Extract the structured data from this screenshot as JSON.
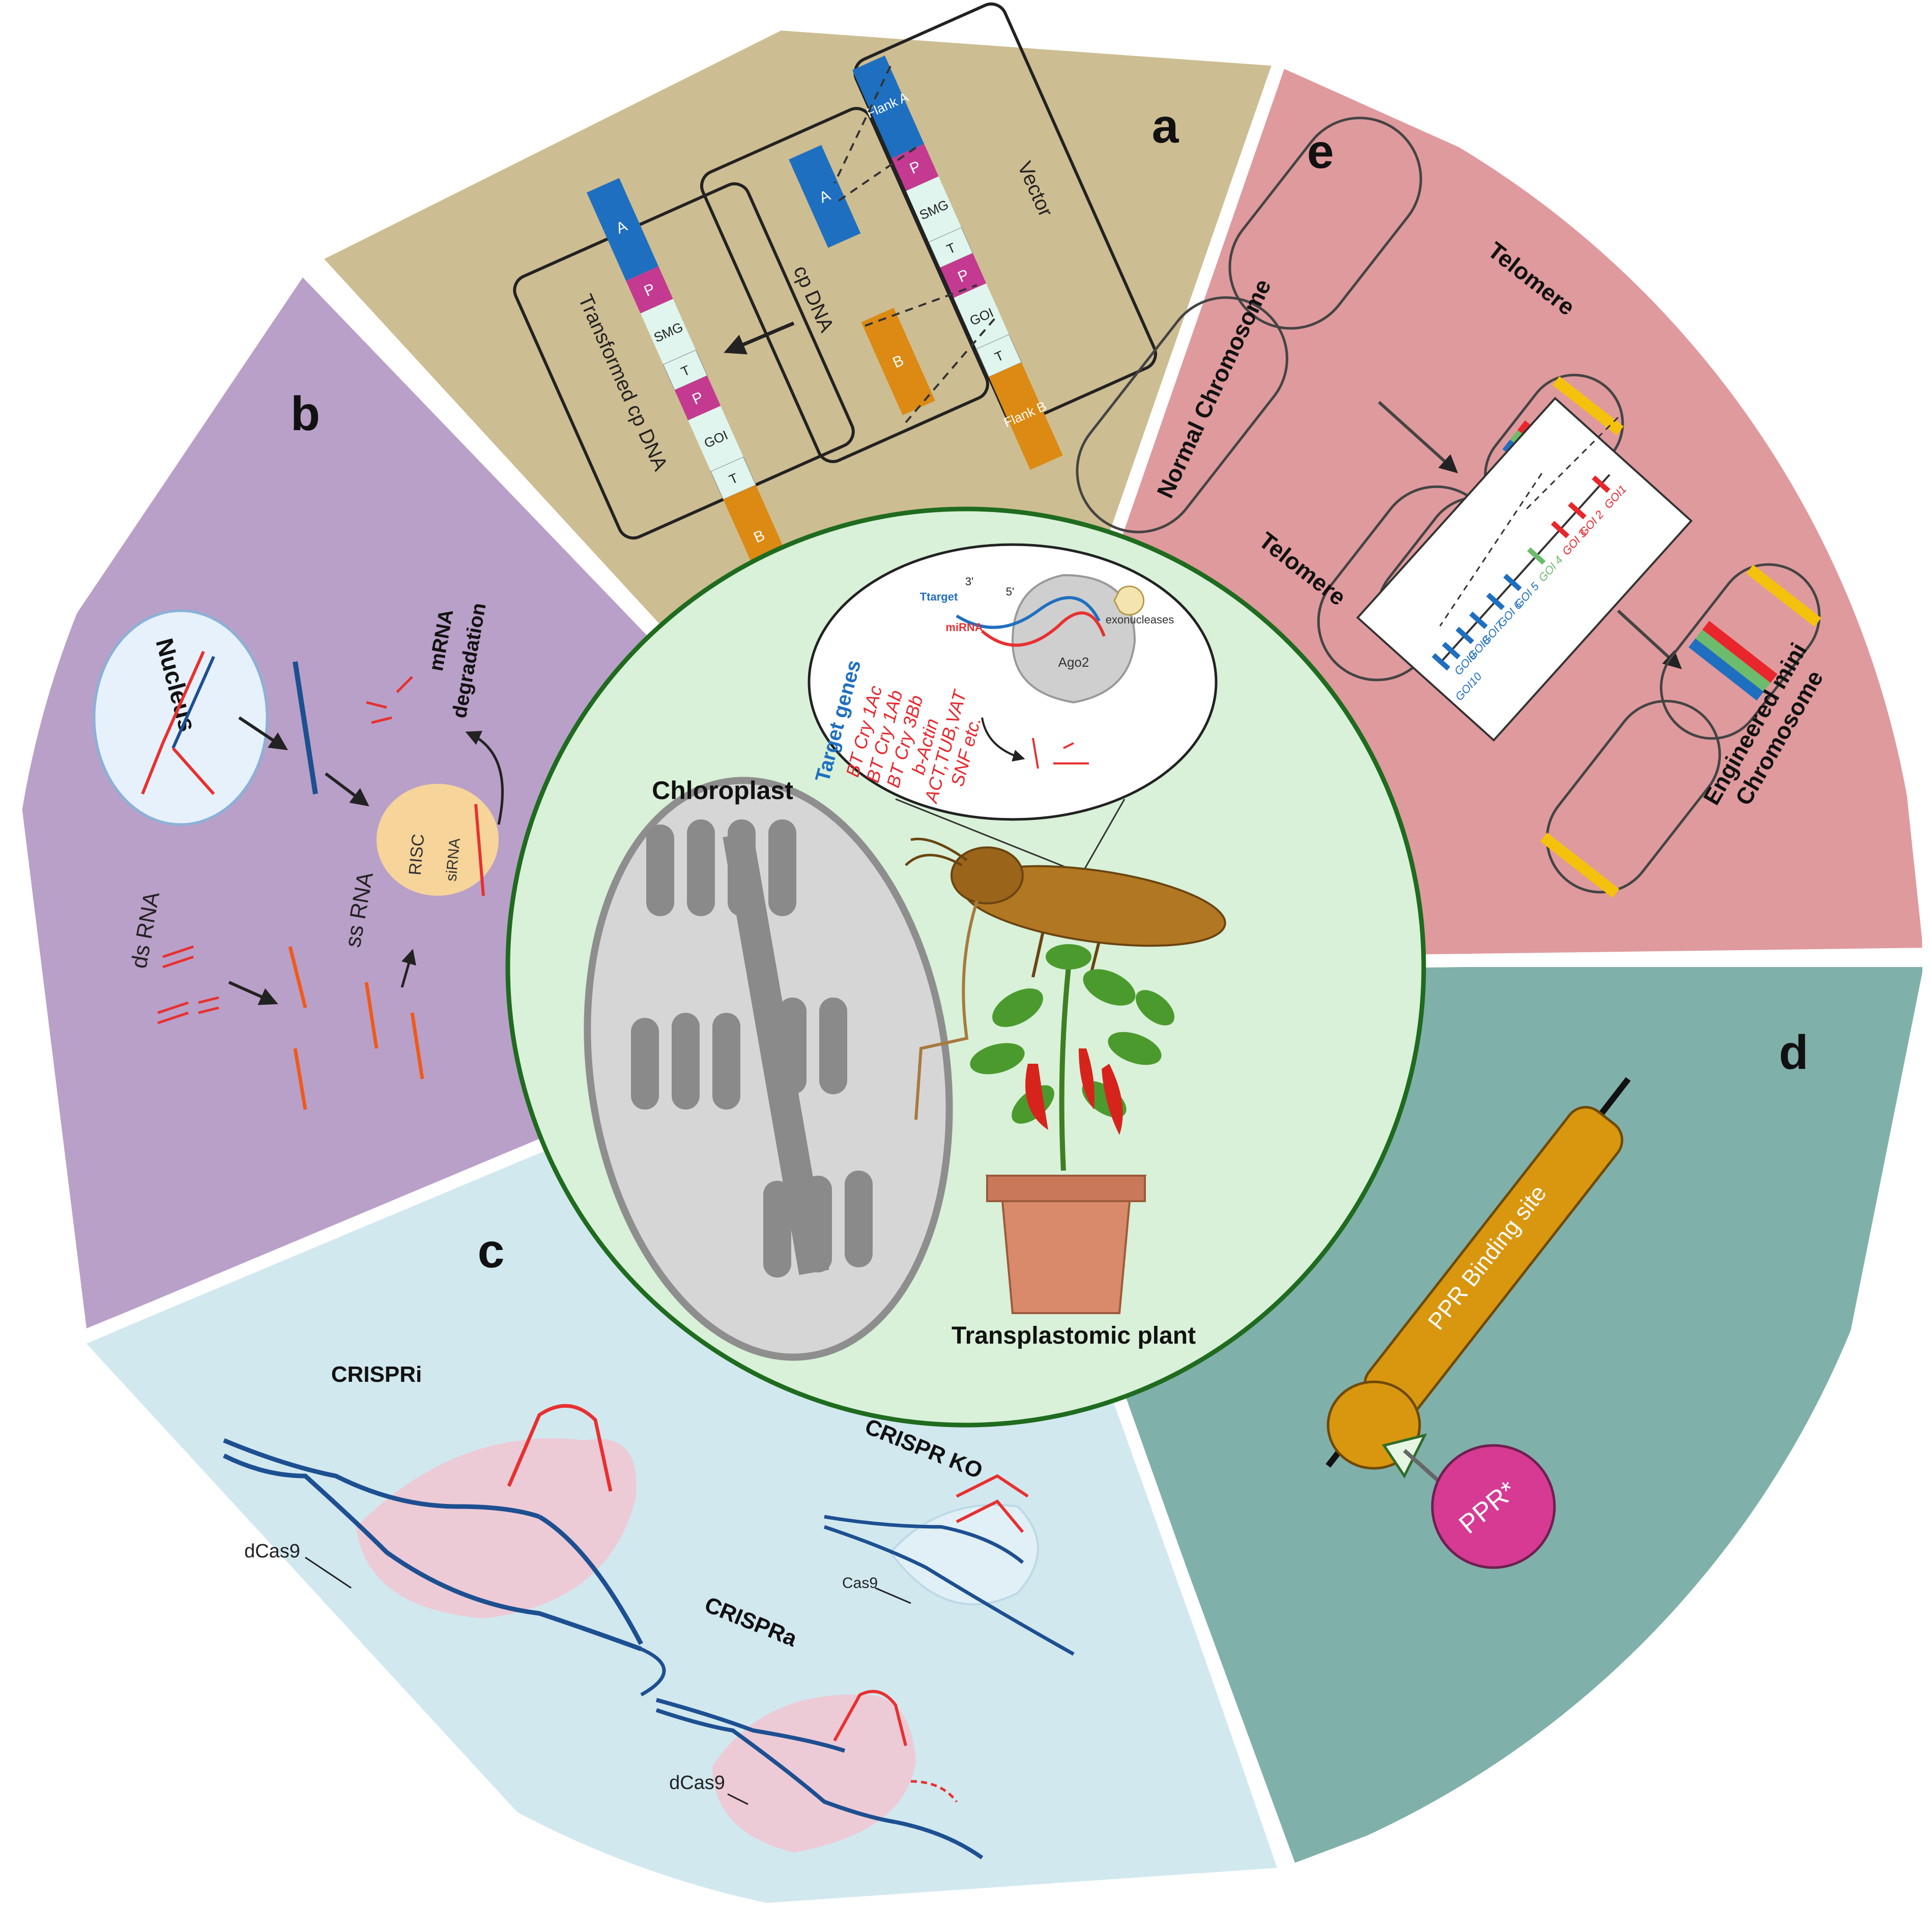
{
  "colors": {
    "a": "#cdbd92",
    "b": "#b9a0c8",
    "c": "#d1e8ef",
    "d": "#80b0aa",
    "e": "#df9a9d",
    "center": "#d8f1d8",
    "center_border": "#1f6b1f",
    "blue": "#1f6fc0",
    "magenta": "#c43a90",
    "mint": "#dff5ee",
    "orange": "#dc8a14",
    "red": "#e8262c",
    "green": "#6dbb6d",
    "yellow": "#f4c20d",
    "dna_blue": "#1d4f91",
    "rna_red": "#e83030",
    "ppr_gold": "#d9960f",
    "ppr_pink": "#d63a93"
  },
  "panel_a": {
    "letter": "a",
    "transformed_label": "Transformed cp DNA",
    "cp_label": "cp DNA",
    "vector_label": "Vector",
    "transformed_segments": [
      "A",
      "P",
      "SMG",
      "T",
      "P",
      "GOI",
      "T",
      "B"
    ],
    "cp_segments": [
      "A",
      "B"
    ],
    "vector_segments": [
      "Flank A",
      "P",
      "SMG",
      "T",
      "P",
      "GOI",
      "T",
      "Flank B"
    ]
  },
  "panel_b": {
    "letter": "b",
    "nucleus": "Nucleus",
    "mrna_line1": "mRNA",
    "mrna_line2": "degradation",
    "risc": "RISC",
    "sirna": "siRNA",
    "dsrna": "ds RNA",
    "ssrna": "ss RNA"
  },
  "panel_c": {
    "letter": "c",
    "crispri": "CRISPRi",
    "crisprko": "CRISPR KO",
    "crispra": "CRISPRa",
    "dcas9_1": "dCas9",
    "cas9": "Cas9",
    "dcas9_2": "dCas9"
  },
  "panel_d": {
    "letter": "d",
    "binding": "PPR Binding site",
    "ppr": "PPR*"
  },
  "panel_e": {
    "letter": "e",
    "normal": "Normal Chromosome",
    "telomere_top": "Telomere",
    "telomere_bottom": "Telomere",
    "engineered_line1": "Engineered mini",
    "engineered_line2": "Chromosome",
    "goi_labels": [
      "GOI1",
      "GOI 2",
      "GOI 3",
      "GOI 4",
      "GOI 5",
      "GOI 6",
      "GOI7",
      "GOI8",
      "GOI9",
      "GOI10"
    ]
  },
  "center": {
    "chloroplast": "Chloroplast",
    "plant": "Transplastomic plant",
    "target_title": "Target genes",
    "targets": [
      "BT Cry 1Ac",
      "BT Cry 1Ab",
      "BT Cry 3Bb",
      "b-Actin",
      "ACT,TUB,VAT",
      "SNF etc."
    ],
    "ttarget": "Ttarget",
    "mirna": "miRNA",
    "exo": "exonucleases",
    "ago2": "Ago2",
    "three": "3'",
    "five": "5'"
  }
}
